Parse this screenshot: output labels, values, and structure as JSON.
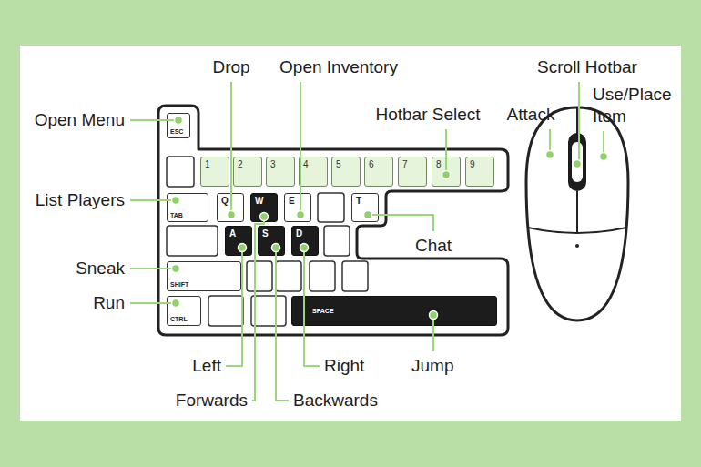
{
  "diagram": {
    "nodes": [
      {
        "text": [
          "ESC"
        ]
      },
      {
        "text": [
          "1"
        ]
      },
      {
        "text": [
          "2"
        ]
      },
      {
        "text": [
          "3"
        ]
      },
      {
        "text": [
          "4"
        ]
      },
      {
        "text": [
          "5"
        ]
      },
      {
        "text": [
          "6"
        ]
      },
      {
        "text": [
          "7"
        ]
      },
      {
        "text": [
          "8"
        ]
      },
      {
        "text": [
          "9"
        ]
      },
      {
        "text": [
          "TAB"
        ]
      },
      {
        "text": [
          "Q"
        ]
      },
      {
        "text": [
          "W"
        ]
      },
      {
        "text": [
          "E"
        ]
      },
      {
        "text": [
          "T"
        ]
      },
      {
        "text": [
          "A"
        ]
      },
      {
        "text": [
          "S"
        ]
      },
      {
        "text": [
          "D"
        ]
      },
      {
        "text": [
          "SHIFT"
        ]
      },
      {
        "text": [
          "CTRL"
        ]
      },
      {
        "text": [
          "SPACE"
        ]
      }
    ],
    "labels": [
      "Drop",
      "Open Inventory",
      "Scroll Hotbar",
      "Use/Place Item",
      "Open Menu",
      "Hotbar Select",
      "Attack",
      "List Players",
      "Chat",
      "Sneak",
      "Run",
      "Left",
      "Right",
      "Jump",
      "Forwards",
      "Backwards"
    ]
  }
}
